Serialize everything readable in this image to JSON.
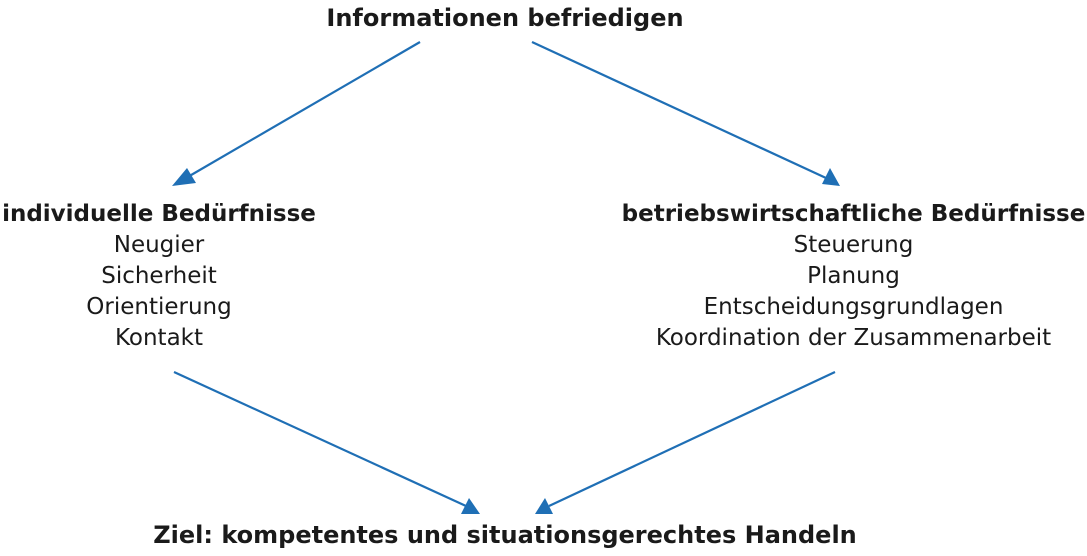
{
  "diagram": {
    "top": {
      "label": "Informationen befriedigen"
    },
    "left": {
      "title": "individuelle Bedürfnisse",
      "items": [
        "Neugier",
        "Sicherheit",
        "Orientierung",
        "Kontakt"
      ]
    },
    "right": {
      "title": "betriebswirtschaftliche Bedürfnisse",
      "items": [
        "Steuerung",
        "Planung",
        "Entscheidungsgrundlagen",
        "Koordination der Zusammenarbeit"
      ]
    },
    "bottom": {
      "label": "Ziel: kompetentes und situationsgerechtes Handeln"
    },
    "arrow_color": "#1f6fb5"
  }
}
